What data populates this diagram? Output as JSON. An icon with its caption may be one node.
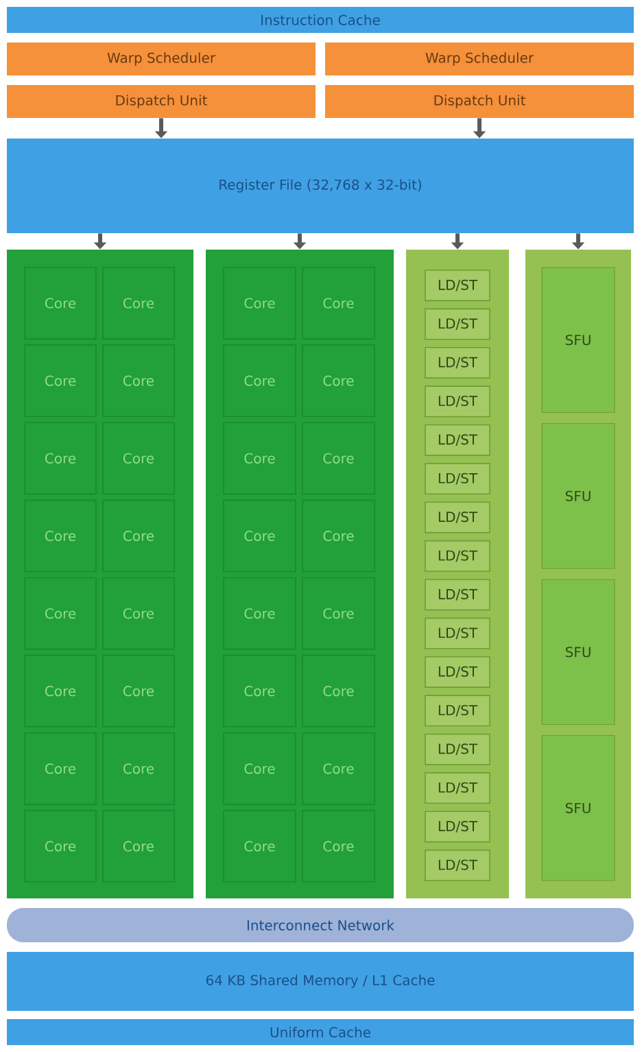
{
  "diagram": {
    "nodes": [
      {
        "text": [
          "Instruction Cache"
        ]
      },
      {
        "text": [
          "Warp Scheduler"
        ]
      },
      {
        "text": [
          "Warp Scheduler"
        ]
      },
      {
        "text": [
          "Dispatch Unit"
        ]
      },
      {
        "text": [
          "Dispatch Unit"
        ]
      },
      {
        "text": [
          "Register File (32,768 x 32-bit)"
        ]
      },
      {
        "text": [],
        "shape": "box"
      },
      {
        "text": [
          "Core"
        ],
        "in": 6
      },
      {
        "text": [
          "Core"
        ],
        "in": 6
      },
      {
        "text": [
          "Core"
        ],
        "in": 6
      },
      {
        "text": [
          "Core"
        ],
        "in": 6
      },
      {
        "text": [
          "Core"
        ],
        "in": 6
      },
      {
        "text": [
          "Core"
        ],
        "in": 6
      },
      {
        "text": [
          "Core"
        ],
        "in": 6
      },
      {
        "text": [
          "Core"
        ],
        "in": 6
      },
      {
        "text": [
          "Core"
        ],
        "in": 6
      },
      {
        "text": [
          "Core"
        ],
        "in": 6
      },
      {
        "text": [
          "Core"
        ],
        "in": 6
      },
      {
        "text": [
          "Core"
        ],
        "in": 6
      },
      {
        "text": [
          "Core"
        ],
        "in": 6
      },
      {
        "text": [
          "Core"
        ],
        "in": 6
      },
      {
        "text": [
          "Core"
        ],
        "in": 6
      },
      {
        "text": [
          "Core"
        ],
        "in": 6
      },
      {
        "text": [],
        "shape": "box"
      },
      {
        "text": [
          "Core"
        ],
        "in": 23
      },
      {
        "text": [
          "Core"
        ],
        "in": 23
      },
      {
        "text": [
          "Core"
        ],
        "in": 23
      },
      {
        "text": [
          "Core"
        ],
        "in": 23
      },
      {
        "text": [
          "Core"
        ],
        "in": 23
      },
      {
        "text": [
          "Core"
        ],
        "in": 23
      },
      {
        "text": [
          "Core"
        ],
        "in": 23
      },
      {
        "text": [
          "Core"
        ],
        "in": 23
      },
      {
        "text": [
          "Core"
        ],
        "in": 23
      },
      {
        "text": [
          "Core"
        ],
        "in": 23
      },
      {
        "text": [
          "Core"
        ],
        "in": 23
      },
      {
        "text": [
          "Core"
        ],
        "in": 23
      },
      {
        "text": [
          "Core"
        ],
        "in": 23
      },
      {
        "text": [
          "Core"
        ],
        "in": 23
      },
      {
        "text": [
          "Core"
        ],
        "in": 23
      },
      {
        "text": [
          "Core"
        ],
        "in": 23
      },
      {
        "text": [],
        "shape": "box"
      },
      {
        "text": [
          "LD/ST"
        ],
        "in": 40
      },
      {
        "text": [
          "LD/ST"
        ],
        "in": 40
      },
      {
        "text": [
          "LD/ST"
        ],
        "in": 40
      },
      {
        "text": [
          "LD/ST"
        ],
        "in": 40
      },
      {
        "text": [
          "LD/ST"
        ],
        "in": 40
      },
      {
        "text": [
          "LD/ST"
        ],
        "in": 40
      },
      {
        "text": [
          "LD/ST"
        ],
        "in": 40
      },
      {
        "text": [
          "LD/ST"
        ],
        "in": 40
      },
      {
        "text": [
          "LD/ST"
        ],
        "in": 40
      },
      {
        "text": [
          "LD/ST"
        ],
        "in": 40
      },
      {
        "text": [
          "LD/ST"
        ],
        "in": 40
      },
      {
        "text": [
          "LD/ST"
        ],
        "in": 40
      },
      {
        "text": [
          "LD/ST"
        ],
        "in": 40
      },
      {
        "text": [
          "LD/ST"
        ],
        "in": 40
      },
      {
        "text": [
          "LD/ST"
        ],
        "in": 40
      },
      {
        "text": [
          "LD/ST"
        ],
        "in": 40
      },
      {
        "text": [],
        "shape": "box"
      },
      {
        "text": [
          "SFU"
        ],
        "in": 57
      },
      {
        "text": [
          "SFU"
        ],
        "in": 57
      },
      {
        "text": [
          "SFU"
        ],
        "in": 57
      },
      {
        "text": [
          "SFU"
        ],
        "in": 57
      },
      {
        "text": [
          "Interconnect Network"
        ]
      },
      {
        "text": [
          "64 KB Shared Memory / L1 Cache"
        ]
      },
      {
        "text": [
          "Uniform Cache"
        ]
      }
    ],
    "edges": [
      {
        "from": 3,
        "to": 5,
        "arrow": "to"
      },
      {
        "from": 4,
        "to": 5,
        "arrow": "to"
      },
      {
        "from": 5,
        "to": 6,
        "arrow": "to"
      },
      {
        "from": 5,
        "to": 23,
        "arrow": "to"
      },
      {
        "from": 5,
        "to": 40,
        "arrow": "to"
      },
      {
        "from": 5,
        "to": 57,
        "arrow": "to"
      }
    ]
  }
}
